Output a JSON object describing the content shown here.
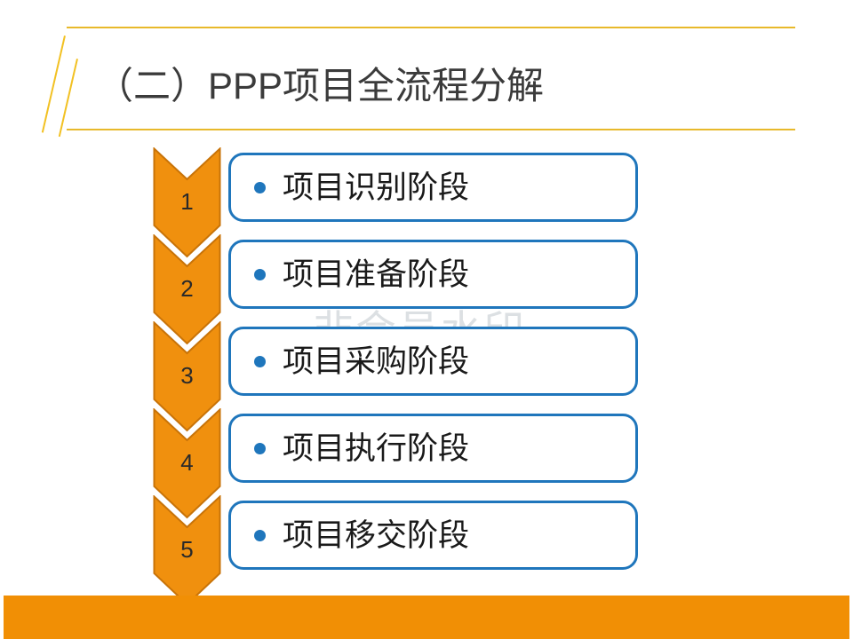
{
  "slide": {
    "title": "（二）PPP项目全流程分解",
    "watermark": "非会员水印",
    "colors": {
      "rule": "#E8B92B",
      "slash": "#F2C123",
      "chevron_fill": "#F0900E",
      "chevron_stroke": "#C87308",
      "box_border": "#1F76BC",
      "bullet": "#1F76BC",
      "title_text": "#3B3B3B",
      "body_text": "#1A1A1A",
      "footer": "#F18F05",
      "watermark": "#D9DDE0",
      "background": "#FFFFFF"
    }
  },
  "steps": [
    {
      "number": "1",
      "label": "项目识别阶段"
    },
    {
      "number": "2",
      "label": "项目准备阶段"
    },
    {
      "number": "3",
      "label": "项目采购阶段"
    },
    {
      "number": "4",
      "label": "项目执行阶段"
    },
    {
      "number": "5",
      "label": "项目移交阶段"
    }
  ]
}
